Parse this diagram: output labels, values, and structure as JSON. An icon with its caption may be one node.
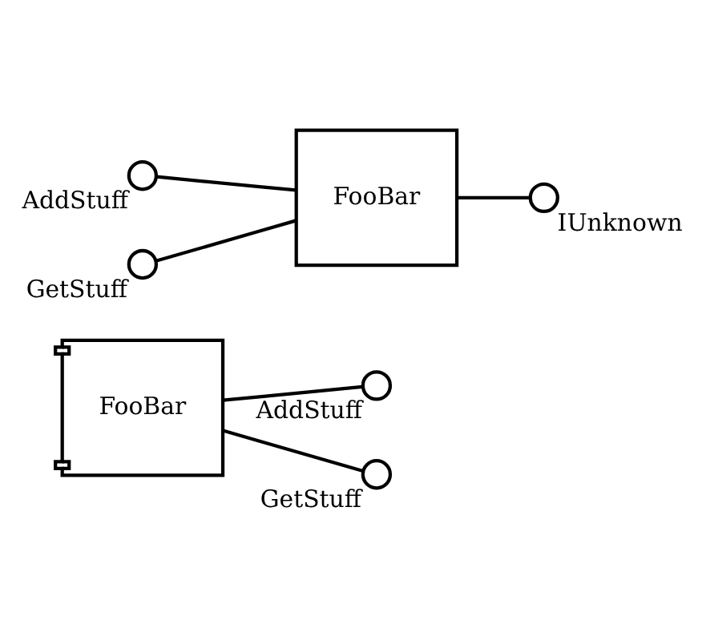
{
  "diagram": {
    "nodes": [
      {
        "text": [
          "FooBar"
        ]
      },
      {
        "text": [],
        "shape": "circle",
        "beside": [
          "AddStuff"
        ]
      },
      {
        "text": [],
        "shape": "circle",
        "beside": [
          "GetStuff"
        ]
      },
      {
        "text": [],
        "shape": "circle",
        "beside": [
          "IUnknown"
        ]
      },
      {
        "text": [],
        "shape": "circle",
        "beside": [
          "AddStuff"
        ]
      },
      {
        "text": [],
        "shape": "circle",
        "beside": [
          "GetStuff"
        ]
      },
      {
        "text": [
          "FooBar"
        ]
      }
    ],
    "edges": [
      {
        "from": 0,
        "to": 1,
        "arrow": "none"
      },
      {
        "from": 0,
        "to": 2,
        "arrow": "none"
      },
      {
        "from": 6,
        "to": 3,
        "arrow": "none"
      },
      {
        "from": 4,
        "to": 6,
        "arrow": "none"
      },
      {
        "from": 5,
        "to": 6,
        "arrow": "none"
      }
    ]
  }
}
